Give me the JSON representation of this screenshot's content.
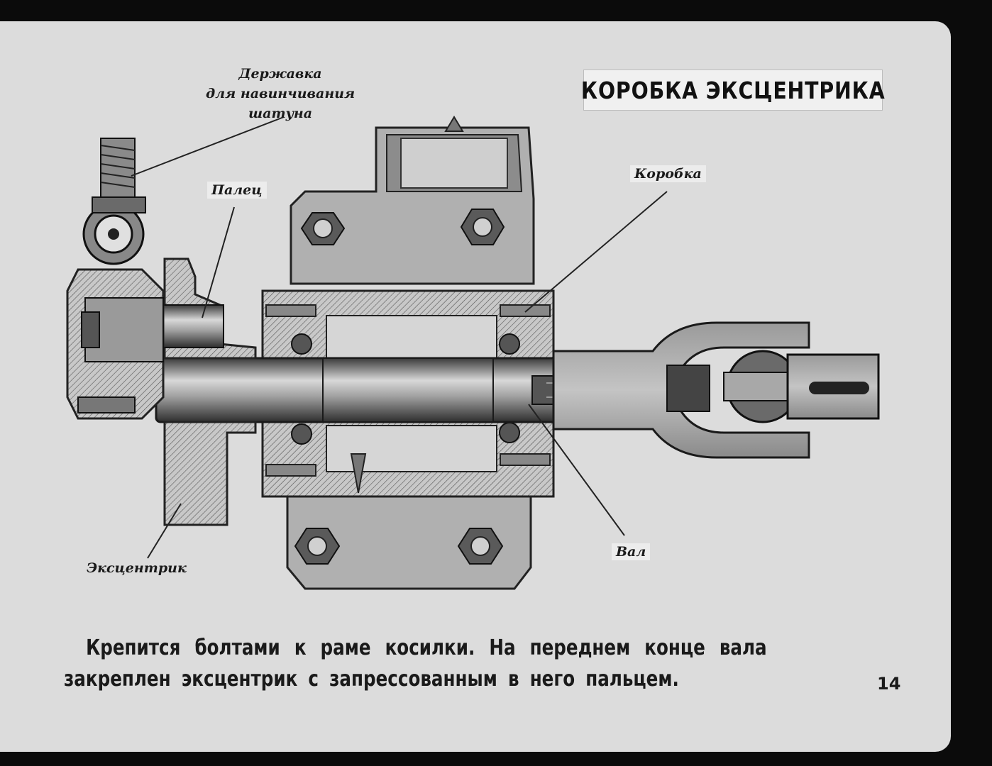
{
  "title": "КОРОБКА ЭКСЦЕНТРИКА",
  "labels": {
    "holder_line1": "Державка",
    "holder_line2": "для навинчивания",
    "holder_line3": "шатуна",
    "pin": "Палец",
    "box": "Коробка",
    "shaft": "Вал",
    "eccentric": "Эксцентрик"
  },
  "caption": {
    "line1": "Крепится болтами к раме косилки. На переднем конце вала",
    "line2": "закреплен эксцентрик с запрессованным в него пальцем."
  },
  "page_number": "14",
  "colors": {
    "background": "#0b0b0b",
    "card": "#dcdcdc",
    "metal_light": "#bdbdbd",
    "metal_dark": "#3a3a3a"
  }
}
